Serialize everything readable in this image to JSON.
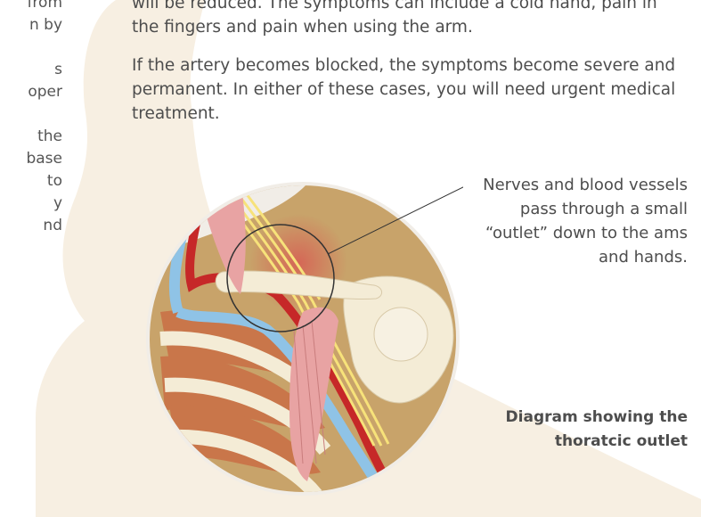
{
  "left_column": {
    "lines": [
      "from",
      "n by",
      "",
      "s",
      "oper",
      "",
      "the",
      "base",
      "to",
      "y",
      "nd"
    ]
  },
  "main": {
    "paragraph1": "will be reduced. The symptoms can include a cold hand, pain in the fingers and pain when using the arm.",
    "paragraph2": "If the artery becomes blocked, the symptoms become severe and permanent. In either of these cases, you will need urgent medical treatment."
  },
  "diagram": {
    "callout": "Nerves and blood vessels pass through a small “outlet” down to the ams and hands.",
    "caption": "Diagram showing the thoratcic outlet"
  },
  "colors": {
    "silhouette": "#f7efe2",
    "skin": "#c8a36a",
    "bone": "#f4ecd6",
    "muscle": "#e8a3a3",
    "artery": "#c62828",
    "vein": "#8fc3e6",
    "nerve": "#f7e27a",
    "text": "#4d4d4d"
  }
}
